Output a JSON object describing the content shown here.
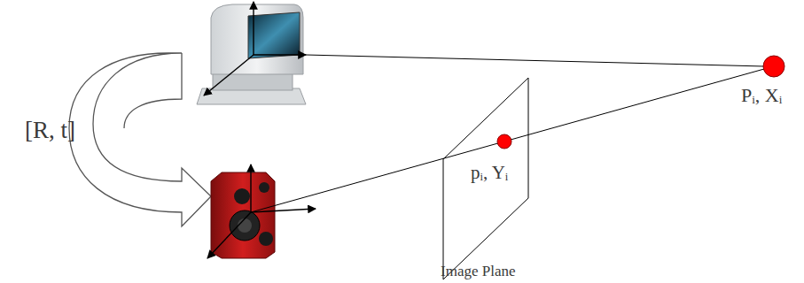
{
  "diagram": {
    "labels": [
      "[R, t]",
      "Pᵢ, Xᵢ",
      "pᵢ, Yᵢ",
      "Image Plane"
    ]
  }
}
